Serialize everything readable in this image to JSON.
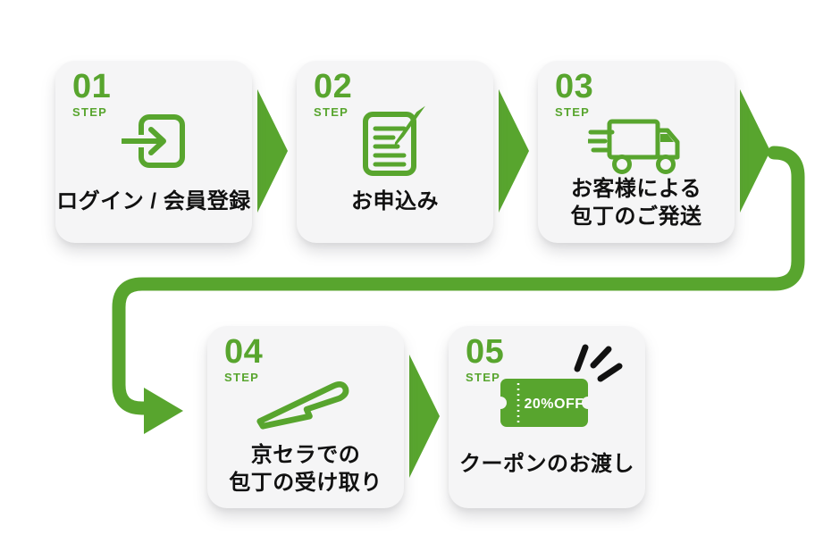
{
  "diagram": {
    "accent_green": "#58a52e",
    "text_color": "#111111",
    "card_bg": "#f5f5f6",
    "steps": [
      {
        "number": "01",
        "step_word": "STEP",
        "icon": "login-icon",
        "lines": [
          "ログイン / 会員登録"
        ]
      },
      {
        "number": "02",
        "step_word": "STEP",
        "icon": "application-form-icon",
        "lines": [
          "お申込み"
        ]
      },
      {
        "number": "03",
        "step_word": "STEP",
        "icon": "shipping-truck-icon",
        "lines": [
          "お客様による",
          "包丁のご発送"
        ]
      },
      {
        "number": "04",
        "step_word": "STEP",
        "icon": "knife-icon",
        "lines": [
          "京セラでの",
          "包丁の受け取り"
        ]
      },
      {
        "number": "05",
        "step_word": "STEP",
        "icon": "coupon-icon",
        "coupon_text": "20%OFF",
        "lines": [
          "クーポンのお渡し"
        ]
      }
    ]
  }
}
